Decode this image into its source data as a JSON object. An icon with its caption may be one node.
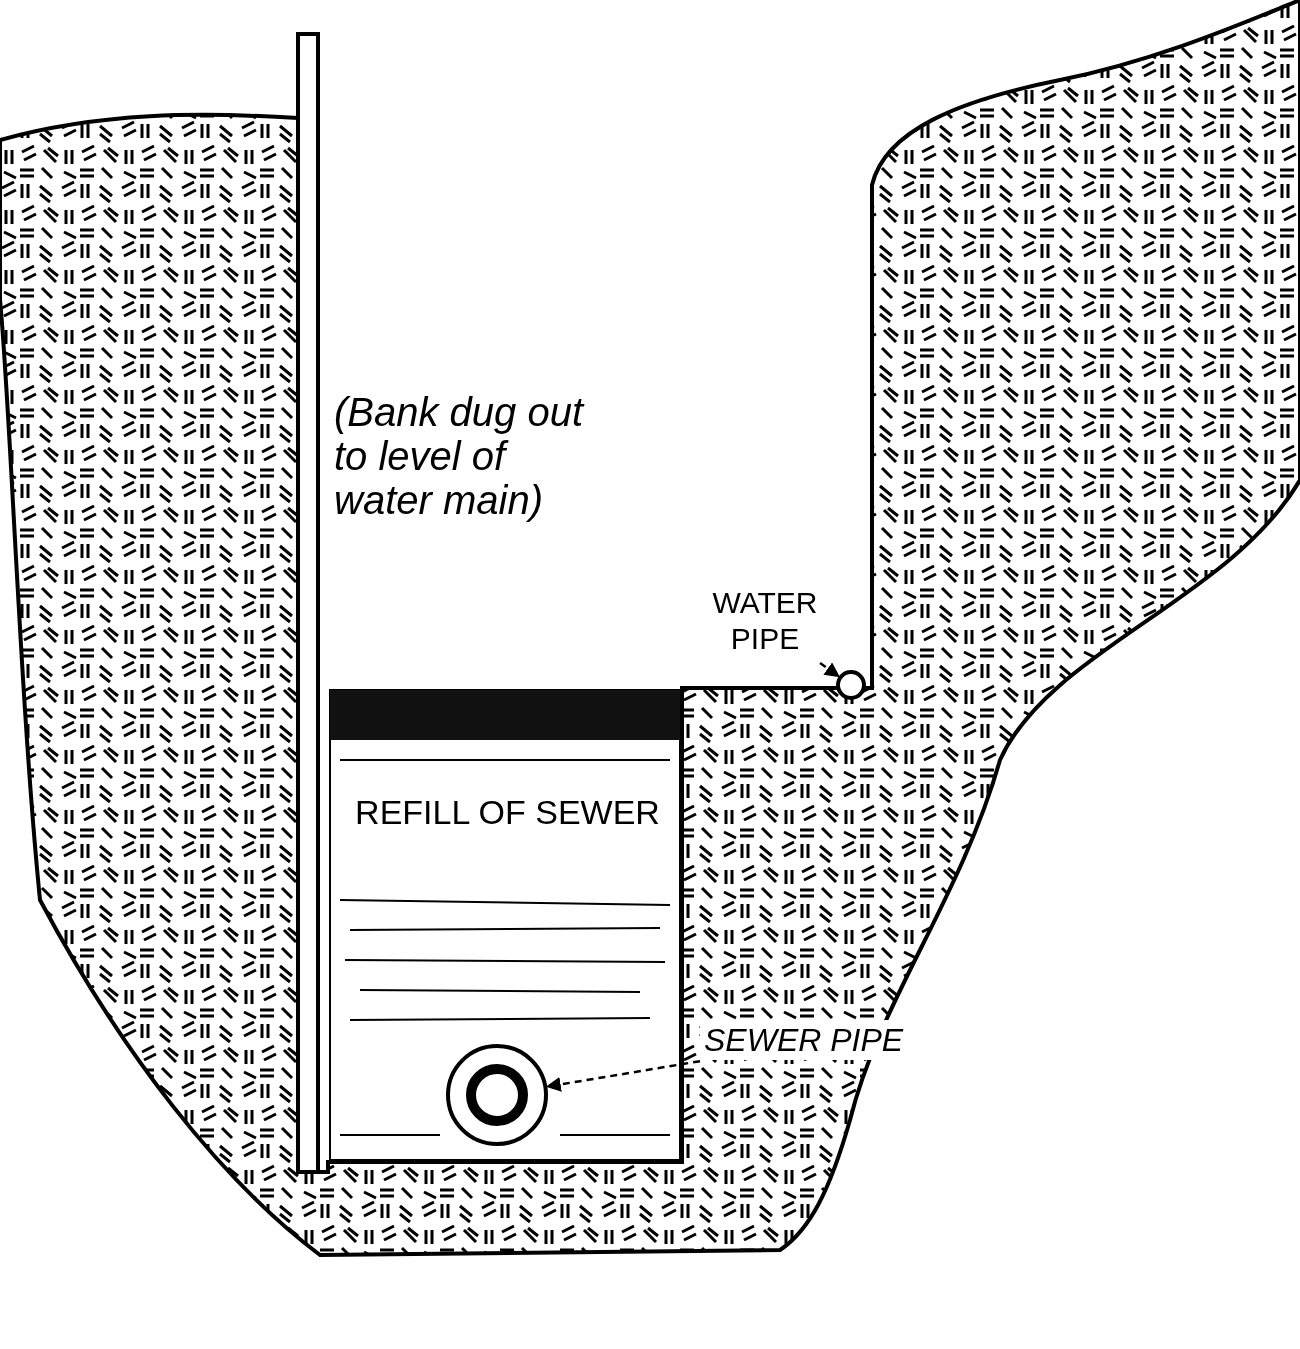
{
  "diagram": {
    "nodes": [
      {
        "text": [
          "WATER PIPE"
        ]
      },
      {
        "text": [],
        "shape": "circle"
      },
      {
        "text": [
          "SEWER PIPE"
        ]
      },
      {
        "text": [],
        "shape": "circle"
      }
    ],
    "edges": [
      {
        "from": 0,
        "to": 1,
        "arrow": "to",
        "style": "dashed"
      },
      {
        "from": 2,
        "to": 3,
        "arrow": "to",
        "style": "dashed"
      }
    ],
    "labels": [
      "(Bank dug out to level of water main)",
      "REFILL OF SEWER"
    ]
  }
}
